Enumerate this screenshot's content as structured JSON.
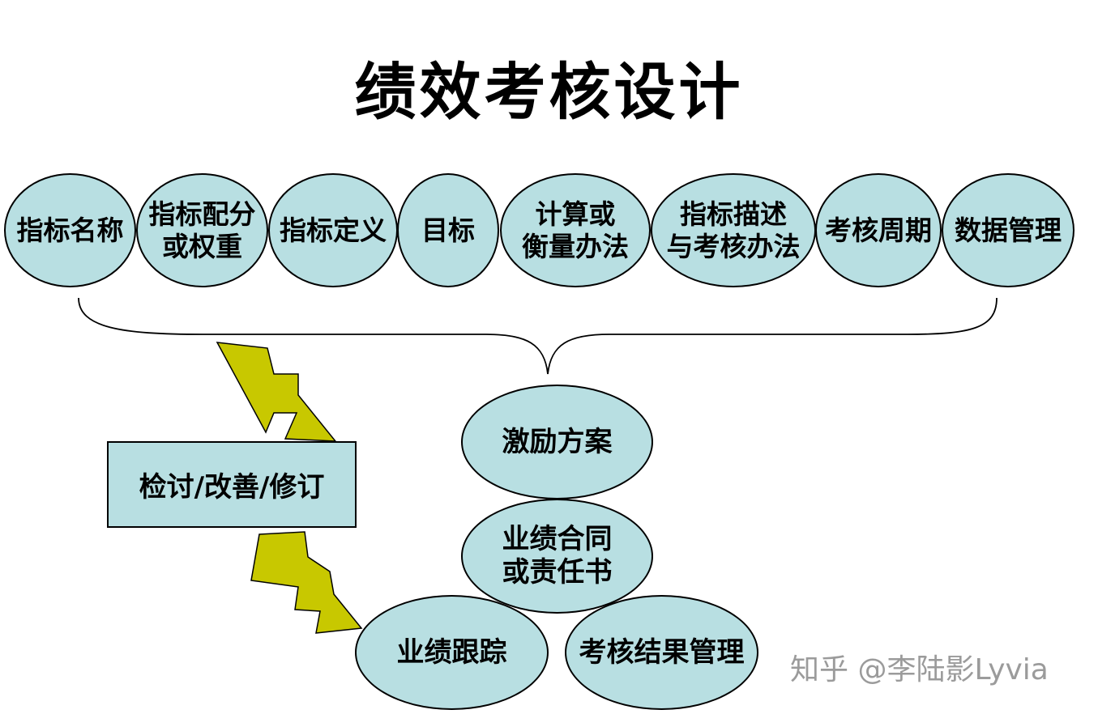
{
  "title": "绩效考核设计",
  "indicators": [
    "指标名称",
    "指标配分\n或权重",
    "指标定义",
    "目标",
    "计算或\n衡量办法",
    "指标描述\n与考核办法",
    "考核周期",
    "数据管理"
  ],
  "review_box": "检讨/改善/修订",
  "process": {
    "incentive": "激励方案",
    "contract": "业绩合同\n或责任书",
    "tracking": "业绩跟踪",
    "result_management": "考核结果管理"
  },
  "watermark": "知乎 @李陆影Lyvia",
  "colors": {
    "shape_fill": "#b8dfe2",
    "arrow_fill": "#c8c800",
    "outline": "#000000"
  }
}
